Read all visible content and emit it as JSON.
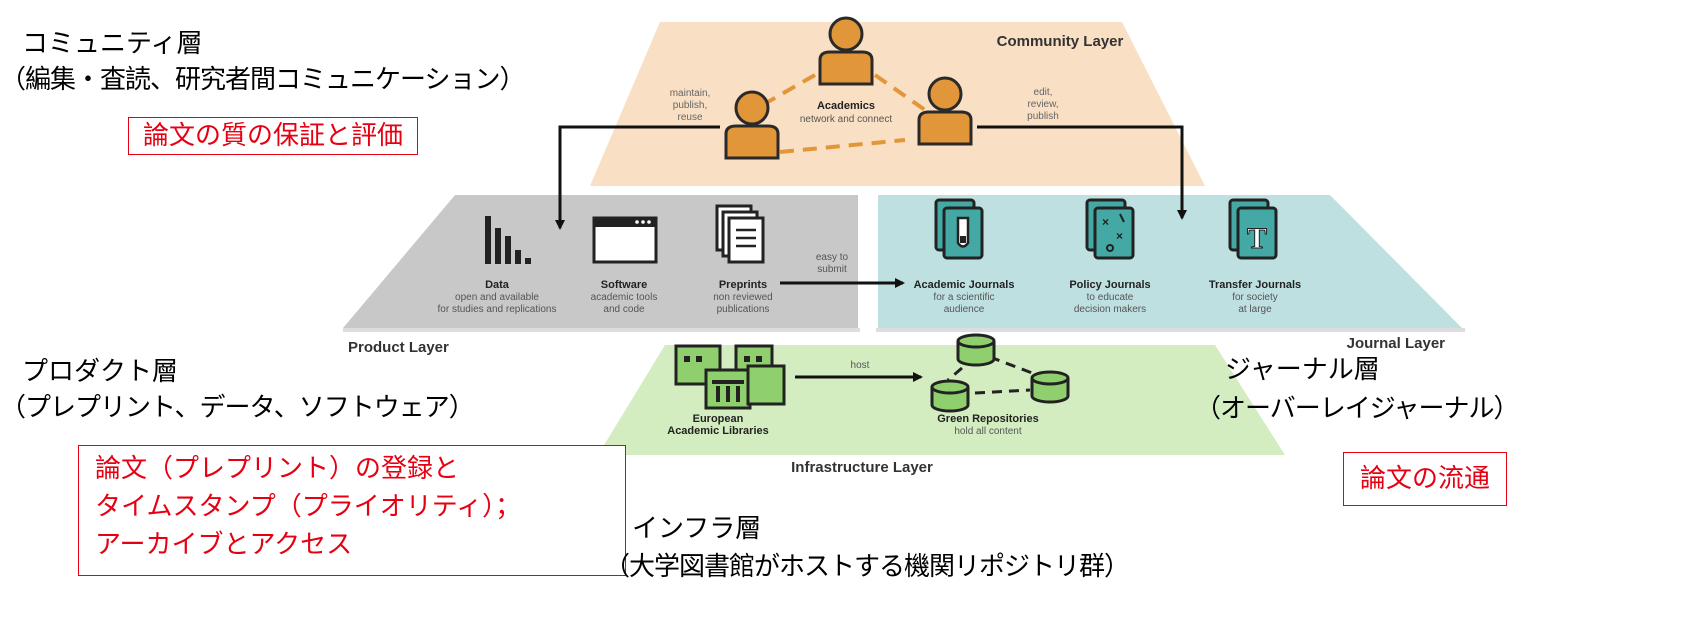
{
  "diagram": {
    "community_layer": {
      "title": "Community Layer",
      "center_role": {
        "title": "Academics",
        "desc": "network and connect"
      },
      "left_action": [
        "maintain,",
        "publish,",
        "reuse"
      ],
      "right_action": [
        "edit,",
        "review,",
        "publish"
      ]
    },
    "product_layer": {
      "title": "Product Layer",
      "items": [
        {
          "title": "Data",
          "desc": [
            "open and available",
            "for studies and replications"
          ]
        },
        {
          "title": "Software",
          "desc": [
            "academic tools",
            "and code"
          ]
        },
        {
          "title": "Preprints",
          "desc": [
            "non reviewed",
            "publications"
          ]
        }
      ],
      "arrow_label": [
        "easy to",
        "submit"
      ]
    },
    "journal_layer": {
      "title": "Journal Layer",
      "items": [
        {
          "title": "Academic Journals",
          "desc": [
            "for a scientific",
            "audience"
          ]
        },
        {
          "title": "Policy Journals",
          "desc": [
            "to educate",
            "decision makers"
          ]
        },
        {
          "title": "Transfer Journals",
          "desc": [
            "for society",
            "at large"
          ]
        }
      ]
    },
    "infrastructure_layer": {
      "title": "Infrastructure Layer",
      "left": {
        "title": [
          "European",
          "Academic Libraries"
        ]
      },
      "right": {
        "title": "Green Repositories",
        "desc": "hold all content"
      },
      "arrow_label": "host"
    }
  },
  "annotations": {
    "community": {
      "title": "コミュニティ層",
      "subtitle": "（編集・査読、研究者間コミュニケーション）"
    },
    "community_role": "論文の質の保証と評価",
    "product": {
      "title": "プロダクト層",
      "subtitle": "（プレプリント、データ、ソフトウェア）"
    },
    "product_role": [
      "論文（プレプリント）の登録と",
      "タイムスタンプ（プライオリティ）；",
      "アーカイブとアクセス"
    ],
    "journal": {
      "title": "ジャーナル層",
      "subtitle": "（オーバーレイジャーナル）"
    },
    "journal_role": "論文の流通",
    "infrastructure": {
      "title": "インフラ層",
      "subtitle": "（大学図書館がホストする機関リポジトリ群）"
    }
  },
  "colors": {
    "community_fill": "#f9dfc3",
    "product_fill": "#c8c8c8",
    "journal_fill": "#bfe0e0",
    "infrastructure_fill": "#d3edc0",
    "person_fill": "#e2963a",
    "journal_icon_fill": "#44a8a4",
    "library_icon_fill": "#8fcf6e",
    "accent_red": "#e60012"
  }
}
